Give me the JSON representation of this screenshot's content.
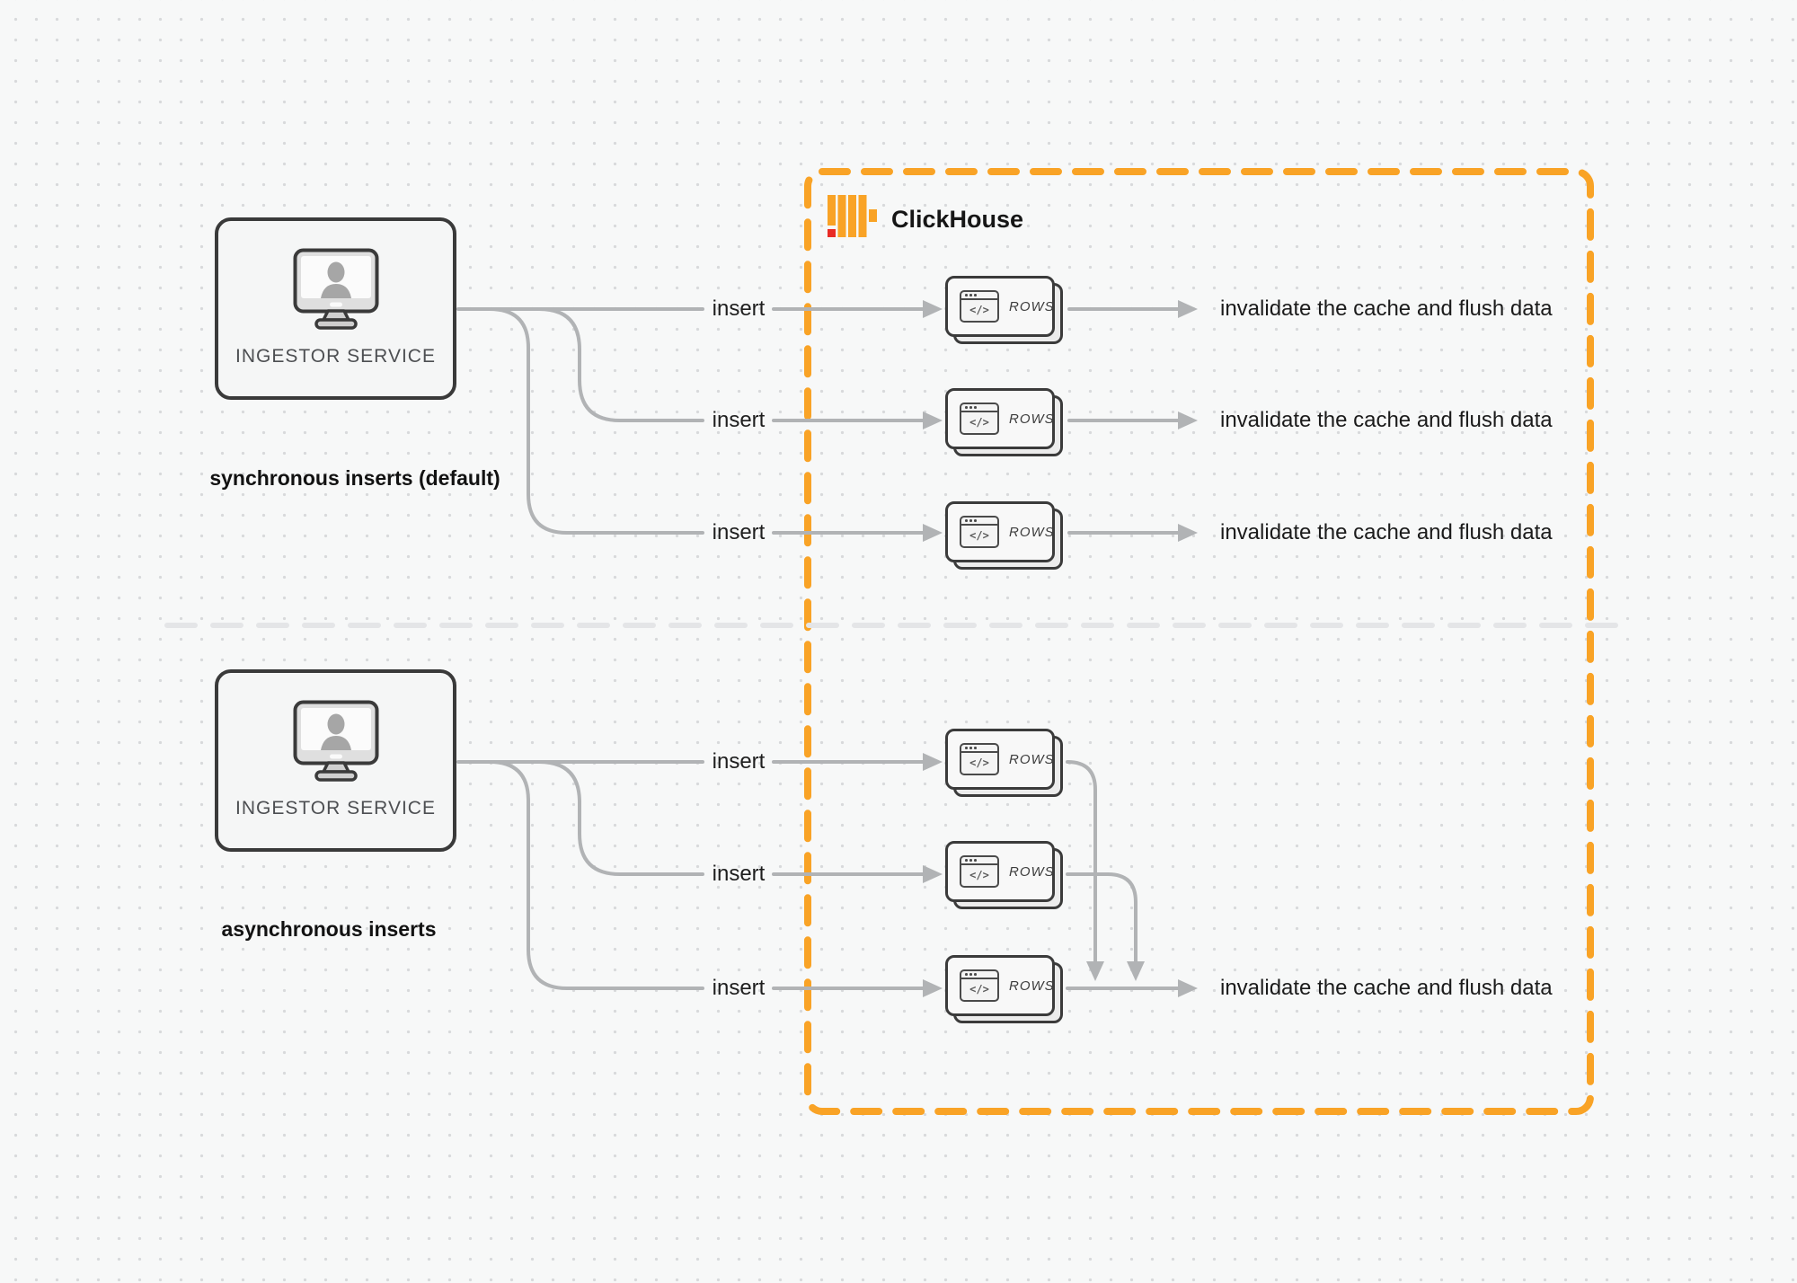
{
  "diagram": {
    "clickhouse": {
      "name": "ClickHouse",
      "border_color": "#F9A326",
      "logo_bar_color": "#F9A326",
      "logo_red_color": "#E92B25"
    },
    "rows_icon_glyph": "</>",
    "sync": {
      "ingestor_label": "INGESTOR SERVICE",
      "caption": "synchronous inserts (default)",
      "flows": [
        {
          "insert": "insert",
          "rows": "ROWS",
          "result": "invalidate the cache and flush data"
        },
        {
          "insert": "insert",
          "rows": "ROWS",
          "result": "invalidate the cache and flush data"
        },
        {
          "insert": "insert",
          "rows": "ROWS",
          "result": "invalidate the cache and flush data"
        }
      ]
    },
    "async": {
      "ingestor_label": "INGESTOR SERVICE",
      "caption": "asynchronous inserts",
      "flows": [
        {
          "insert": "insert",
          "rows": "ROWS"
        },
        {
          "insert": "insert",
          "rows": "ROWS"
        },
        {
          "insert": "insert",
          "rows": "ROWS"
        }
      ],
      "result": "invalidate the cache and flush data"
    },
    "colors": {
      "connector_gray": "#b1b3b5",
      "divider_gray": "#e4e5e7",
      "background": "#f7f8f8"
    }
  }
}
